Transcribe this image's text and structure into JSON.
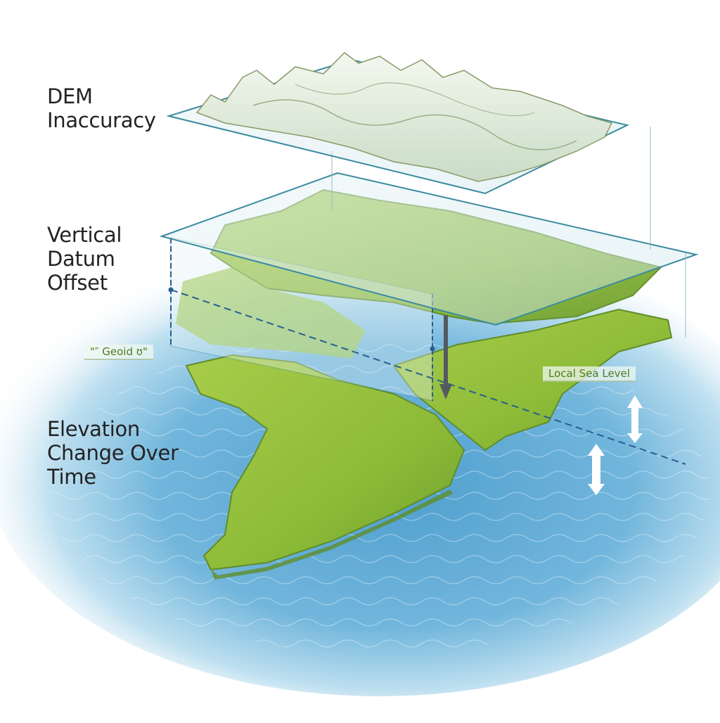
{
  "diagram": {
    "type": "layered-3d-terrain-illustration",
    "layers": [
      {
        "id": "dem-surface",
        "description": "Translucent plane with white-green mountainous relief"
      },
      {
        "id": "datum-plane",
        "description": "Translucent horizontal reference plane over green landmass"
      },
      {
        "id": "landmass",
        "description": "Green continent-like landmass sitting in blue sea"
      },
      {
        "id": "sea",
        "description": "Blue rippled water surface"
      }
    ],
    "labels": {
      "dem_inaccuracy": [
        "DEM",
        "Inaccuracy"
      ],
      "vertical_datum_offset": [
        "Vertical",
        "Datum",
        "Offset"
      ],
      "elevation_change": [
        "Elevation",
        "Change Over",
        "Time"
      ]
    },
    "tags": {
      "geoid": "\"″ Geoid ʊ\"",
      "local_sea_level": "Local Sea Level"
    },
    "arrows": [
      {
        "id": "datum-offset-arrow",
        "direction": "down",
        "color": "#555a60"
      },
      {
        "id": "sea-level-arrow-1",
        "direction": "up-down",
        "color": "#ffffff"
      },
      {
        "id": "sea-level-arrow-2",
        "direction": "up-down",
        "color": "#ffffff"
      }
    ],
    "colors": {
      "sea": "#5aa7d2",
      "sea_light": "#a9d4ea",
      "land": "#8fbf3a",
      "land_dark": "#5f8d2a",
      "mountain": "#e6efe0",
      "plane_edge": "#3b8aa0",
      "dashed_line": "#2a5f8f",
      "label_text": "#222222",
      "tag_text": "#4e7a22"
    }
  }
}
